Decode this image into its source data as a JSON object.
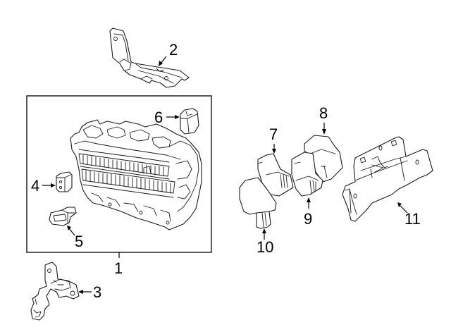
{
  "diagram": {
    "title": "Fuse & Relay Box Components",
    "colors": {
      "line": "#1a1a1a",
      "background": "#ffffff"
    },
    "callouts": [
      {
        "id": "1",
        "label": "1",
        "part": "fuse-relay-box"
      },
      {
        "id": "2",
        "label": "2",
        "part": "upper-bracket"
      },
      {
        "id": "3",
        "label": "3",
        "part": "lower-bracket"
      },
      {
        "id": "4",
        "label": "4",
        "part": "connector-small"
      },
      {
        "id": "5",
        "label": "5",
        "part": "connector-oval"
      },
      {
        "id": "6",
        "label": "6",
        "part": "relay-small"
      },
      {
        "id": "7",
        "label": "7",
        "part": "relay"
      },
      {
        "id": "8",
        "label": "8",
        "part": "relay"
      },
      {
        "id": "9",
        "label": "9",
        "part": "relay"
      },
      {
        "id": "10",
        "label": "10",
        "part": "relay"
      },
      {
        "id": "11",
        "label": "11",
        "part": "mounting-bracket"
      }
    ]
  }
}
